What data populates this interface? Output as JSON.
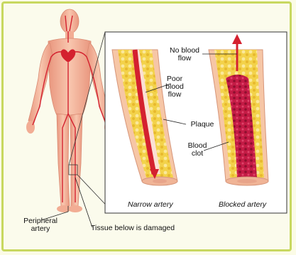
{
  "labels": {
    "no_blood_flow": "No blood\nflow",
    "poor_blood_flow": "Poor\nblood\nflow",
    "plaque": "Plaque",
    "blood_clot": "Blood\nclot",
    "narrow_artery": "Narrow artery",
    "blocked_artery": "Blocked artery",
    "peripheral_artery": "Peripheral\nartery",
    "tissue_damaged": "Tissue below is damaged"
  },
  "colors": {
    "frame": "#c8d860",
    "skin": "#f4b49a",
    "artery": "#d4212f",
    "plaque": "#f2cf3e",
    "vessel_wall": "#f6c6a6",
    "clot": "#b3123a"
  }
}
